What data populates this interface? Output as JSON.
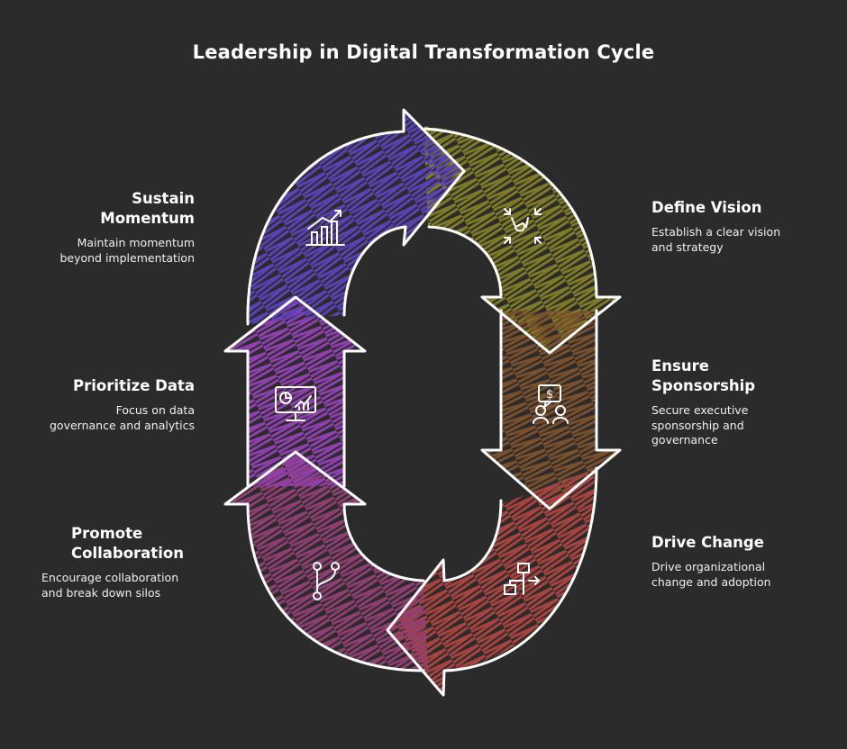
{
  "title": "Leadership in Digital Transformation Cycle",
  "steps": [
    {
      "heading": [
        "Define Vision"
      ],
      "description": [
        "Establish a clear vision",
        "and strategy"
      ],
      "icon": "target-focus-icon",
      "color": "#7f7a26"
    },
    {
      "heading": [
        "Ensure",
        "Sponsorship"
      ],
      "description": [
        "Secure executive",
        "sponsorship and",
        "governance"
      ],
      "icon": "sponsorship-people-icon",
      "color": "#7a4f2c"
    },
    {
      "heading": [
        "Drive Change"
      ],
      "description": [
        "Drive organizational",
        "change and adoption"
      ],
      "icon": "flowchart-icon",
      "color": "#a8433f"
    },
    {
      "heading": [
        "Promote",
        "Collaboration"
      ],
      "description": [
        "Encourage collaboration",
        "and break down silos"
      ],
      "icon": "branch-merge-icon",
      "color": "#8e3e72"
    },
    {
      "heading": [
        "Prioritize Data"
      ],
      "description": [
        "Focus on data",
        "governance and analytics"
      ],
      "icon": "analytics-monitor-icon",
      "color": "#8f3fae"
    },
    {
      "heading": [
        "Sustain",
        "Momentum"
      ],
      "description": [
        "Maintain momentum",
        "beyond implementation"
      ],
      "icon": "growth-chart-icon",
      "color": "#5b41b6"
    }
  ]
}
